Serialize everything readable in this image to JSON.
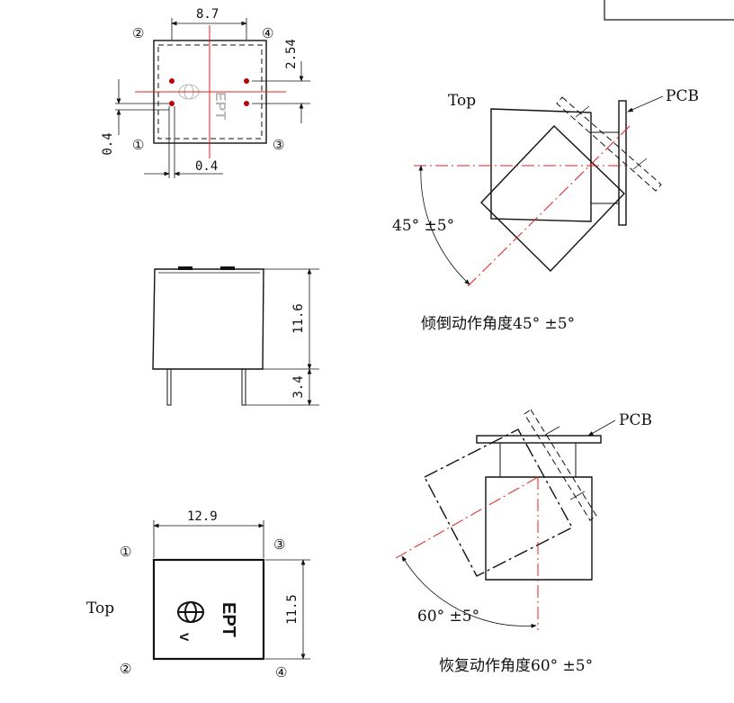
{
  "pins": [
    "①",
    "②",
    "③",
    "④"
  ],
  "dimensions": {
    "top_width": "8.7",
    "pin_pitch": "2.54",
    "offset_left": "0.4",
    "offset_bottom": "0.4",
    "body_height": "11.6",
    "lead_length": "3.4",
    "bottom_width": "12.9",
    "bottom_height": "11.5"
  },
  "labels": {
    "top_upper": "Top",
    "top_lower": "Top",
    "pcb_upper": "PCB",
    "pcb_lower": "PCB",
    "tilt_angle": "45° ±5°",
    "recover_angle": "60° ±5°"
  },
  "captions": {
    "tilt": "倾倒动作角度45° ±5°",
    "recover": "恢复动作角度60° ±5°"
  },
  "marking": {
    "brand": "EPT",
    "letter": "V"
  },
  "colors": {
    "outline": "#111111",
    "centerline": "#e02020",
    "pin_dot": "#c00000"
  }
}
